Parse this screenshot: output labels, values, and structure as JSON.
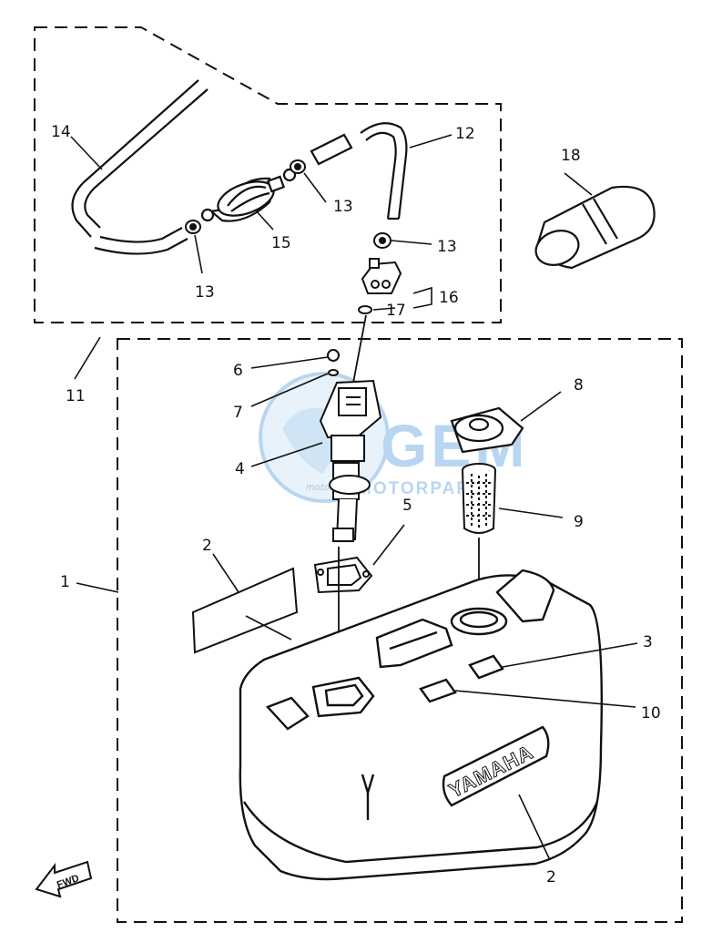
{
  "diagram": {
    "labels": {
      "l1": "1",
      "l2a": "2",
      "l2b": "2",
      "l3": "3",
      "l4": "4",
      "l5": "5",
      "l6": "6",
      "l7": "7",
      "l8": "8",
      "l9": "9",
      "l10": "10",
      "l11": "11",
      "l12": "12",
      "l13a": "13",
      "l13b": "13",
      "l13c": "13",
      "l14": "14",
      "l15": "15",
      "l16": "16",
      "l17": "17",
      "l18": "18"
    },
    "tank_brand": "YAMAHA",
    "fwd_label": "FWD",
    "watermark": {
      "letters": "GEM",
      "sub": "MOTORPARTS",
      "small": "motorparts"
    }
  },
  "colors": {
    "line": "#111111",
    "watermark_blue": "#7fb6e6",
    "watermark_light": "#d6e9f8"
  }
}
